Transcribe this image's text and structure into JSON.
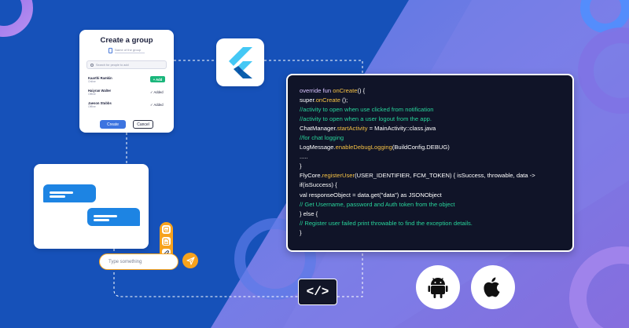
{
  "group_card": {
    "title": "Create a group",
    "name_placeholder": "Name of the group",
    "search_placeholder": "Search for people to add",
    "users": [
      {
        "name": "Kaarthi Ramkin",
        "status": "Online",
        "action": "+ Add",
        "added": false
      },
      {
        "name": "Haiyran Walter",
        "status": "Offline",
        "action": "✓ Added",
        "added": true
      },
      {
        "name": "Jaeson Stubbs",
        "status": "Offline",
        "action": "✓ Added",
        "added": true
      }
    ],
    "create_label": "Create",
    "cancel_label": "Cancel"
  },
  "chat": {
    "input_placeholder": "Type something",
    "attach_icons": [
      "image-icon",
      "document-icon",
      "paperclip-icon"
    ],
    "send_icon": "send-icon"
  },
  "code": {
    "lines": [
      [
        {
          "t": "override fun ",
          "c": "kw"
        },
        {
          "t": "onCreate",
          "c": "fn"
        },
        {
          "t": "() {",
          "c": ""
        }
      ],
      [
        {
          "t": "super",
          "c": ""
        },
        {
          "t": ".onCreate",
          "c": "fn"
        },
        {
          "t": " ();",
          "c": ""
        }
      ],
      [
        {
          "t": "//activity to open when use clicked from notification",
          "c": "cm"
        }
      ],
      [
        {
          "t": "//activity to open when a user logout from the app.",
          "c": "cm"
        }
      ],
      [
        {
          "t": "ChatManager.",
          "c": ""
        },
        {
          "t": "startActivity",
          "c": "fn"
        },
        {
          "t": " = MainActivity::class.java",
          "c": ""
        }
      ],
      [
        {
          "t": "//for chat logging",
          "c": "cm"
        }
      ],
      [
        {
          "t": "LogMessage.",
          "c": ""
        },
        {
          "t": "enableDebugLogging",
          "c": "fn"
        },
        {
          "t": "(BuildConfig.DEBUG)",
          "c": ""
        }
      ],
      [
        {
          "t": ".....",
          "c": ""
        }
      ],
      [
        {
          "t": "}",
          "c": ""
        }
      ],
      [
        {
          "t": "FlyCore.",
          "c": ""
        },
        {
          "t": "registerUser",
          "c": "fn"
        },
        {
          "t": "(USER_IDENTIFIER, FCM_TOKEN) { isSuccess, throwable, data ->",
          "c": ""
        }
      ],
      [
        {
          "t": "if(isSuccess) {",
          "c": ""
        }
      ],
      [
        {
          "t": "val responseObject = data.get(\"data\") as JSONObject",
          "c": ""
        }
      ],
      [
        {
          "t": "// Get Username, password and Auth token from the object",
          "c": "cm"
        }
      ],
      [
        {
          "t": "} else {",
          "c": ""
        }
      ],
      [
        {
          "t": "// Register user failed print throwable to find the exception details.",
          "c": "cm"
        }
      ],
      [
        {
          "t": "}",
          "c": ""
        }
      ]
    ]
  },
  "code_tag": "</>",
  "colors": {
    "background": "#1651b9",
    "accent_orange": "#f7a21d",
    "chat_blue": "#1d84e3",
    "code_bg": "#101428",
    "keyword": "#d9c3ff",
    "function": "#f5c145",
    "comment": "#28d39a",
    "add_green": "#1ab67b"
  },
  "icons": {
    "flutter": "flutter-logo-icon",
    "android": "android-icon",
    "apple": "apple-icon"
  }
}
